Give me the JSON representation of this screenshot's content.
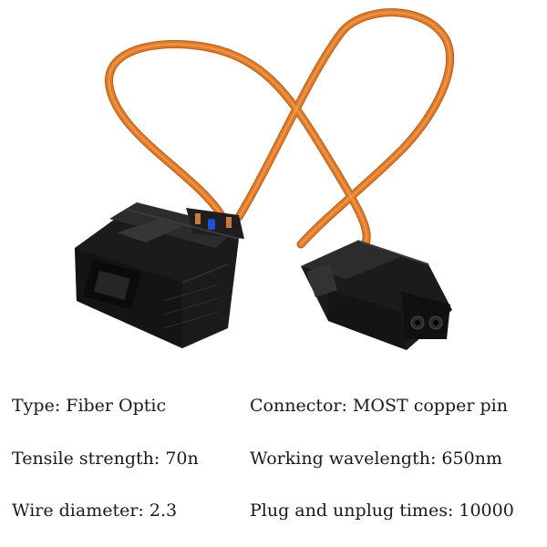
{
  "colors": {
    "cable": "#e07b2a",
    "cable_shadow": "#b65a17",
    "connector_body": "#1b1b1b",
    "connector_highlight": "#3a3a3a",
    "copper_pin": "#c97b3c",
    "blue_marker": "#1f4fd6",
    "text": "#1a1a1a"
  },
  "product_image": {
    "icon": "fiber-optic-loopback-connector"
  },
  "specs": {
    "type": "Type: Fiber Optic",
    "connector": "Connector: MOST copper pin",
    "tensile_strength": "Tensile strength: 70n",
    "working_wavelength": "Working wavelength: 650nm",
    "wire_diameter": "Wire diameter: 2.3",
    "plug_unplug_times": "Plug and unplug times: 10000"
  }
}
